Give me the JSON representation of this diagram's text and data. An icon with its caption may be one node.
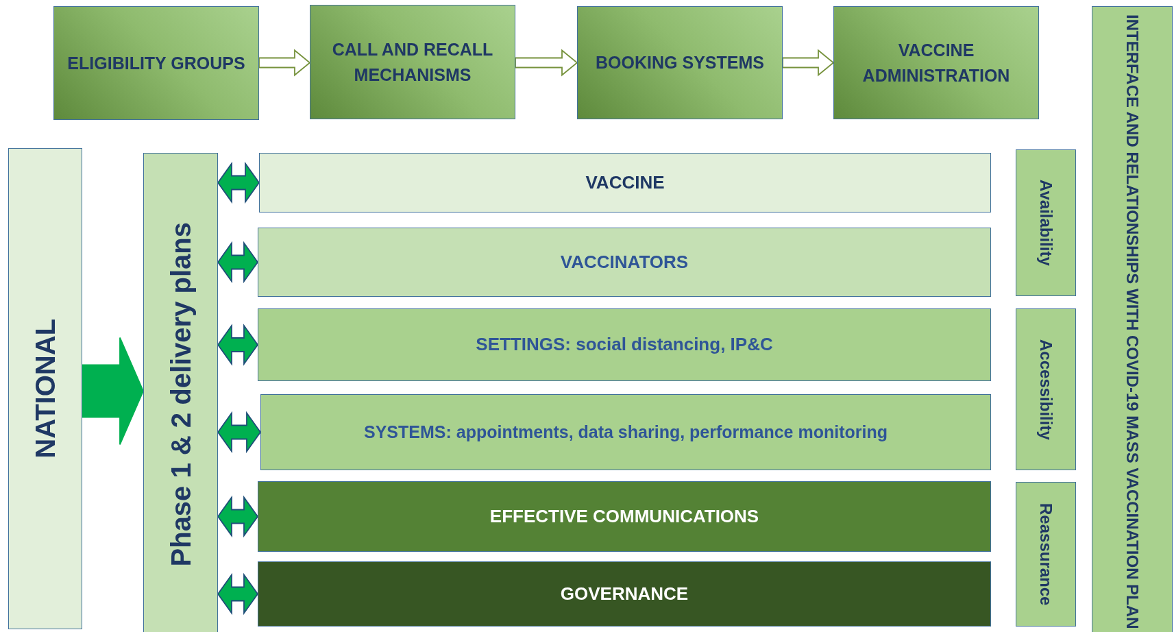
{
  "diagram": {
    "nodes": [
      {
        "text": [
          "ELIGIBILITY GROUPS"
        ]
      },
      {
        "text": [
          "CALL AND RECALL MECHANISMS"
        ]
      },
      {
        "text": [
          "BOOKING SYSTEMS"
        ]
      },
      {
        "text": [
          "VACCINE ADMINISTRATION"
        ]
      },
      {
        "text": [
          "INTERFACE AND RELATIONSHIPS WITH COVID-19 MASS VACCINATION PLAN"
        ]
      },
      {
        "text": [
          "NATIONAL"
        ]
      },
      {
        "text": [
          "Phase 1 & 2 delivery plans"
        ]
      },
      {
        "text": [
          "VACCINE"
        ]
      },
      {
        "text": [
          "VACCINATORS"
        ]
      },
      {
        "text": [
          "SETTINGS: social distancing, IP&C"
        ]
      },
      {
        "text": [
          "SYSTEMS: appointments, data sharing, performance monitoring"
        ]
      },
      {
        "text": [
          "EFFECTIVE COMMUNICATIONS"
        ]
      },
      {
        "text": [
          "GOVERNANCE"
        ]
      },
      {
        "text": [
          "Availability"
        ]
      },
      {
        "text": [
          "Accessibility"
        ]
      },
      {
        "text": [
          "Reassurance"
        ]
      }
    ],
    "edges": [
      {
        "from": 0,
        "to": 1,
        "arrow": "to",
        "color": "#76923c"
      },
      {
        "from": 1,
        "to": 2,
        "arrow": "to",
        "color": "#76923c"
      },
      {
        "from": 2,
        "to": 3,
        "arrow": "to",
        "color": "#76923c"
      },
      {
        "from": 5,
        "to": 6,
        "arrow": "to",
        "style": "thick"
      },
      {
        "from": 6,
        "to": 7,
        "arrow": "both"
      },
      {
        "from": 6,
        "to": 8,
        "arrow": "both"
      },
      {
        "from": 6,
        "to": 9,
        "arrow": "both"
      },
      {
        "from": 6,
        "to": 10,
        "arrow": "both"
      },
      {
        "from": 6,
        "to": 11,
        "arrow": "both"
      },
      {
        "from": 6,
        "to": 12,
        "arrow": "both"
      }
    ]
  }
}
